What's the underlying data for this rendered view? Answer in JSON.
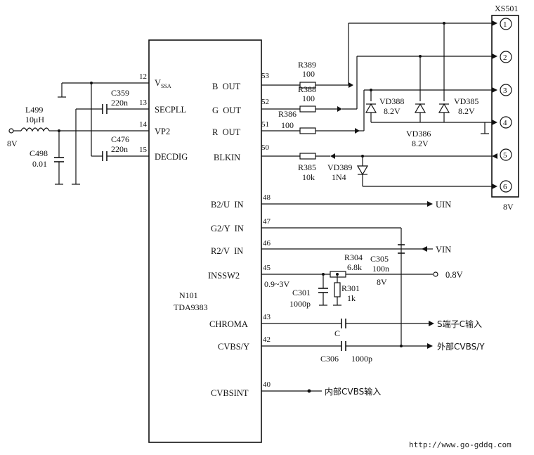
{
  "ic": {
    "ref": "N101",
    "part": "TDA9383",
    "left_pins": [
      {
        "num": "12",
        "name_main": "V",
        "name_sub": "SSA"
      },
      {
        "num": "13",
        "name_main": "SECPLL",
        "name_sub": ""
      },
      {
        "num": "14",
        "name_main": "VP2",
        "name_sub": ""
      },
      {
        "num": "15",
        "name_main": "DECDIG",
        "name_sub": ""
      }
    ],
    "right_pins": [
      {
        "num": "53",
        "name": "B  OUT"
      },
      {
        "num": "52",
        "name": "G  OUT"
      },
      {
        "num": "51",
        "name": "R  OUT"
      },
      {
        "num": "50",
        "name": "BLKIN"
      },
      {
        "num": "48",
        "name": "B2/U  IN"
      },
      {
        "num": "47",
        "name": "G2/Y  IN"
      },
      {
        "num": "46",
        "name": "R2/V  IN"
      },
      {
        "num": "45",
        "name": "INSSW2"
      },
      {
        "num": "43",
        "name": "CHROMA"
      },
      {
        "num": "42",
        "name": "CVBS/Y"
      },
      {
        "num": "40",
        "name": "CVBSINT"
      }
    ]
  },
  "components": {
    "c359": {
      "ref": "C359",
      "value": "220n"
    },
    "c476": {
      "ref": "C476",
      "value": "220n"
    },
    "l499": {
      "ref": "L499",
      "value": "10μH"
    },
    "c498": {
      "ref": "C498",
      "value": "0.01"
    },
    "r389": {
      "ref": "R389",
      "value": "100"
    },
    "r388": {
      "ref": "R388",
      "value": "100"
    },
    "r386": {
      "ref": "R386",
      "value": "100"
    },
    "r385": {
      "ref": "R385",
      "value": "10k"
    },
    "vd389": {
      "ref": "VD389",
      "value": "1N4"
    },
    "vd388": {
      "ref": "VD388",
      "value": "8.2V"
    },
    "vd385": {
      "ref": "VD385",
      "value": "8.2V"
    },
    "vd386": {
      "ref": "VD386",
      "value": "8.2V"
    },
    "r304": {
      "ref": "R304",
      "value": "6.8k"
    },
    "c305": {
      "ref": "C305",
      "value": "100n"
    },
    "c301": {
      "ref": "C301",
      "value": "1000p"
    },
    "r301": {
      "ref": "R301",
      "value": "1k"
    },
    "c_chroma": {
      "ref": "C"
    },
    "c306": {
      "ref": "C306",
      "value": "1000p"
    }
  },
  "connector": {
    "ref": "XS501",
    "pins": [
      "1",
      "2",
      "3",
      "4",
      "5",
      "6"
    ],
    "supply": "8V"
  },
  "nets": {
    "supply_in": "8V",
    "r304_supply": "8V",
    "range": "0.9~3V",
    "uin": "UIN",
    "vin": "VIN",
    "ref_voltage": "0.8V",
    "s_terminal": "S端子C输入",
    "ext_cvbs": "外部CVBS/Y",
    "int_cvbs": "内部CVBS输入"
  },
  "watermark": "http://www.go-gddq.com"
}
